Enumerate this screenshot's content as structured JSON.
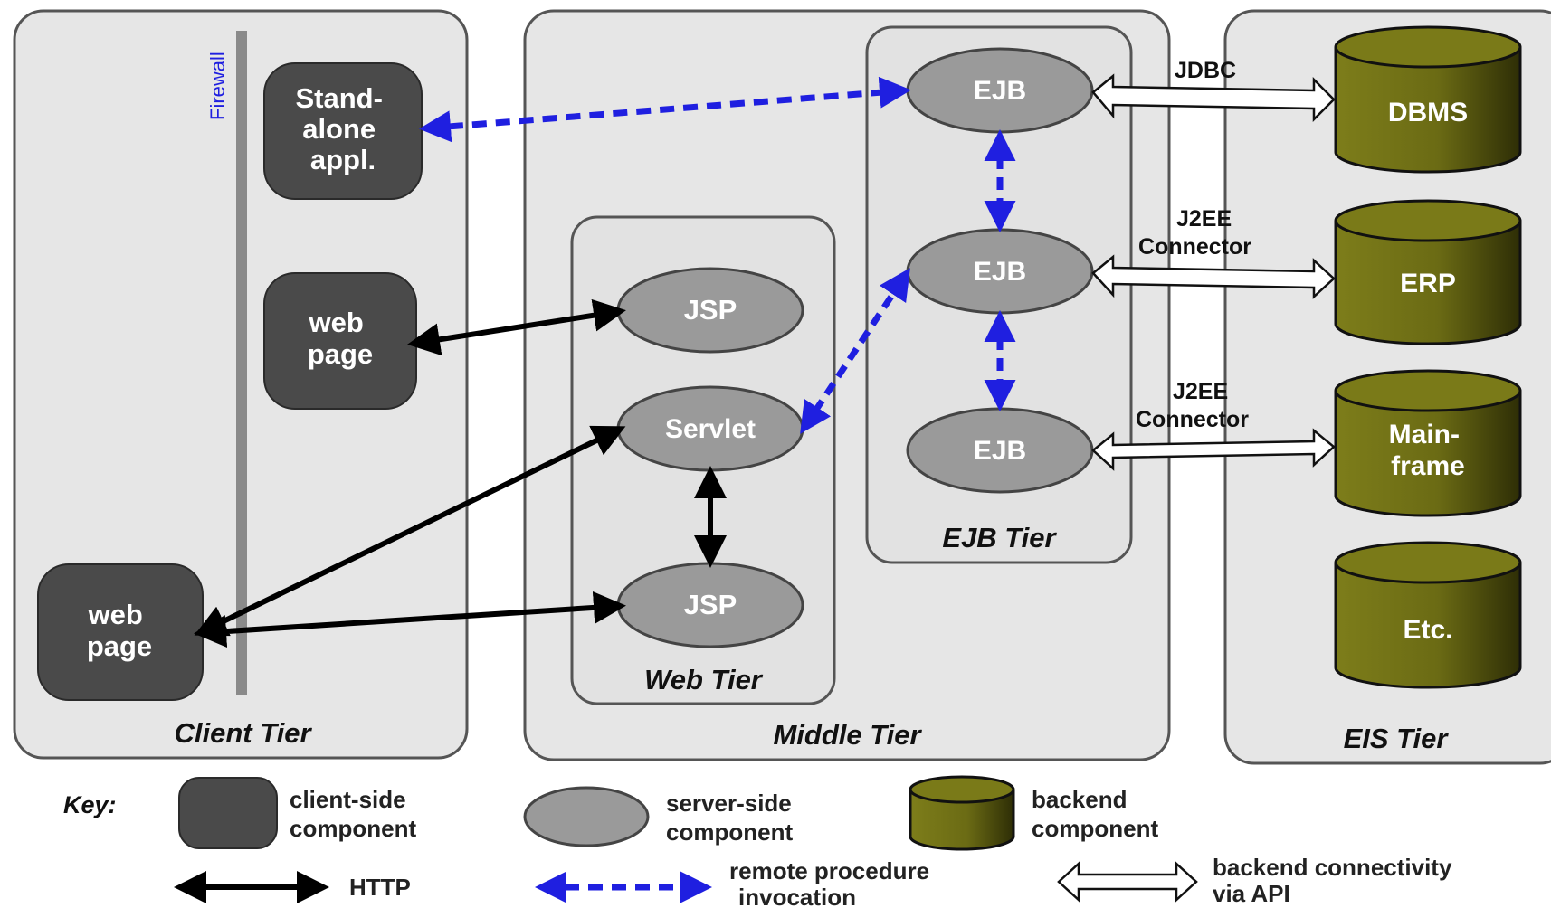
{
  "tiers": {
    "client": "Client Tier",
    "middle": "Middle Tier",
    "web": "Web Tier",
    "ejb": "EJB Tier",
    "eis": "EIS Tier"
  },
  "firewall": "Firewall",
  "client_components": {
    "standalone": [
      "Stand-",
      "alone",
      "appl."
    ],
    "webpage_top": [
      "web",
      "page"
    ],
    "webpage_bottom": [
      "web",
      "page"
    ]
  },
  "web_components": {
    "jsp_top": "JSP",
    "servlet": "Servlet",
    "jsp_bottom": "JSP"
  },
  "ejb_components": {
    "ejb_1": "EJB",
    "ejb_2": "EJB",
    "ejb_3": "EJB"
  },
  "backend_components": {
    "dbms": [
      "DBMS"
    ],
    "erp": [
      "ERP"
    ],
    "mainframe": [
      "Main-",
      "frame"
    ],
    "etc": [
      "Etc."
    ]
  },
  "connectors": {
    "jdbc": [
      "JDBC"
    ],
    "j2ee_1": [
      "J2EE",
      "Connector"
    ],
    "j2ee_2": [
      "J2EE",
      "Connector"
    ]
  },
  "key": {
    "title": "Key:",
    "client_side": [
      "client-side",
      "component"
    ],
    "server_side": [
      "server-side",
      "component"
    ],
    "backend": [
      "backend",
      "component"
    ],
    "http": [
      "HTTP"
    ],
    "rpc": [
      "remote procedure",
      "invocation"
    ],
    "api": [
      "backend connectivity",
      "via API"
    ]
  },
  "colors": {
    "tier_fill": "#e6e6e6",
    "tier_stroke": "#555555",
    "client_component": "#4a4a4a",
    "server_component": "#9a9a9a",
    "backend_component": "#6b6b14",
    "rpc_arrow": "#1f1fe0",
    "firewall_text": "#1f1fe0",
    "http_arrow": "#000000"
  }
}
